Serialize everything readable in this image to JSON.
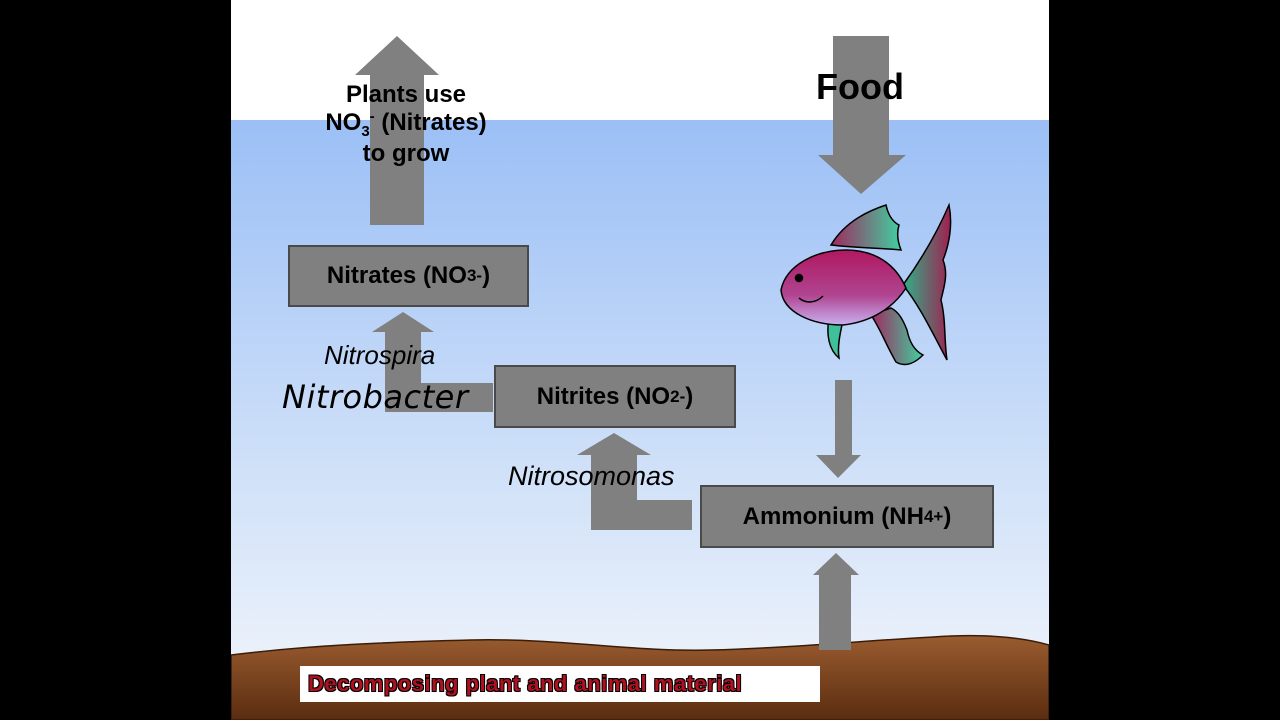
{
  "diagram": {
    "plants_text": {
      "line1": "Plants use",
      "line2_chem": "NO",
      "line2_sub": "3",
      "line2_sup": "-",
      "line2_rest": " (Nitrates)",
      "line3": "to grow"
    },
    "food_label": "Food",
    "nitrates_box": {
      "prefix": "Nitrates (NO",
      "sub": "3",
      "sup": "-",
      "suffix": " )"
    },
    "nitrites_box": {
      "prefix": "Nitrites (NO",
      "sub": "2",
      "sup": "-",
      "suffix": " )"
    },
    "ammonium_box": {
      "prefix": "Ammonium (NH",
      "sub": "4",
      "sup": "+",
      "suffix": ")"
    },
    "bacteria": {
      "nitrospira": "Nitrospira",
      "nitrobacter": "Nitrobacter",
      "nitrosomonas": "Nitrosomonas"
    },
    "decomposing_label": "Decomposing plant and animal material"
  },
  "colors": {
    "water_top": "#9bbff6",
    "water_bottom": "#f3f6fb",
    "arrow": "#808080",
    "sediment": "#8a5028",
    "fish_body": "#b02060",
    "fish_fin": "#3ab090",
    "decomp_text": "#b01020"
  }
}
